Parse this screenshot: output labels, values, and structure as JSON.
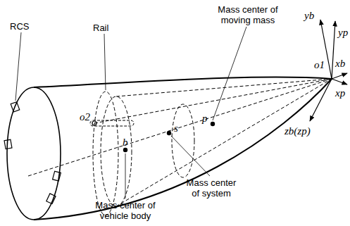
{
  "diagram": {
    "labels": [
      "RCS",
      "Rail",
      "Mass center of moving mass",
      "yb",
      "yp",
      "o2",
      "p",
      "o1",
      "xb",
      "xp",
      "s",
      "b",
      "zb(zp)",
      "Mass center of system",
      "Mass center of vehicle body"
    ]
  }
}
